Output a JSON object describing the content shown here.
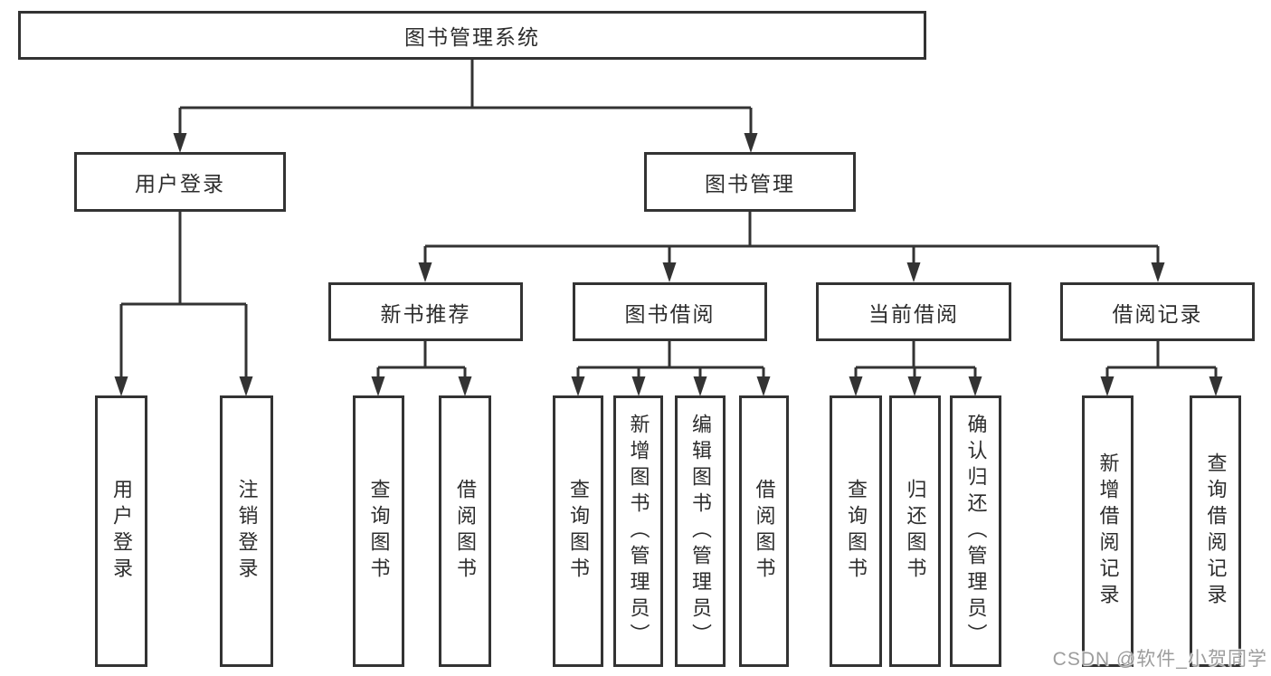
{
  "colors": {
    "line": "#333333",
    "box_border": "#333333",
    "box_background": "#ffffff",
    "text": "#2d2d2d",
    "watermark": "#989898"
  },
  "watermark": {
    "text": "CSDN @软件_小贺同学"
  },
  "tree": {
    "root": {
      "label": "图书管理系统"
    },
    "branches": [
      {
        "label": "用户登录",
        "children": [
          {
            "label": "用户登录"
          },
          {
            "label": "注销登录"
          }
        ]
      },
      {
        "label": "图书管理",
        "children": [
          {
            "label": "新书推荐",
            "children": [
              {
                "label": "查询图书"
              },
              {
                "label": "借阅图书"
              }
            ]
          },
          {
            "label": "图书借阅",
            "children": [
              {
                "label": "查询图书"
              },
              {
                "label": "新增图书（管理员）"
              },
              {
                "label": "编辑图书（管理员）"
              },
              {
                "label": "借阅图书"
              }
            ]
          },
          {
            "label": "当前借阅",
            "children": [
              {
                "label": "查询图书"
              },
              {
                "label": "归还图书"
              },
              {
                "label": "确认归还（管理员）"
              }
            ]
          },
          {
            "label": "借阅记录",
            "children": [
              {
                "label": "新增借阅记录"
              },
              {
                "label": "查询借阅记录"
              }
            ]
          }
        ]
      }
    ]
  }
}
